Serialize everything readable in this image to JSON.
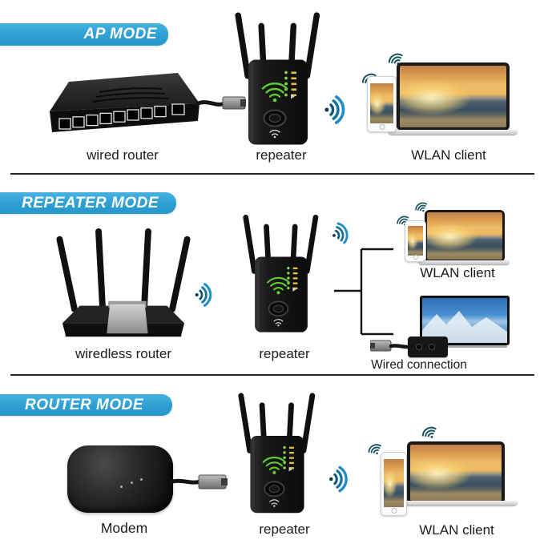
{
  "colors": {
    "badge_cyan": "#2ea3d4",
    "wave_blue": "#1e8cc6",
    "device_wave_teal": "#14535e",
    "led_green": "#8fd14d",
    "led_amber": "#e5c043",
    "repeater_wifi_green": "#5ecb35"
  },
  "icons": {
    "wifi_waves": "wifi-signal",
    "device_wifi": "wifi-signal-small"
  },
  "sections": [
    {
      "badge": "AP MODE",
      "left_label": "wired router",
      "middle_label": "repeater",
      "right_label": "WLAN client"
    },
    {
      "badge": "REPEATER MODE",
      "left_label": "wiredless router",
      "middle_label": "repeater",
      "right_label": "WLAN client",
      "bottom_right_label": "Wired connection"
    },
    {
      "badge": "ROUTER MODE",
      "left_label": "Modem",
      "middle_label": "repeater",
      "right_label": "WLAN client"
    }
  ]
}
